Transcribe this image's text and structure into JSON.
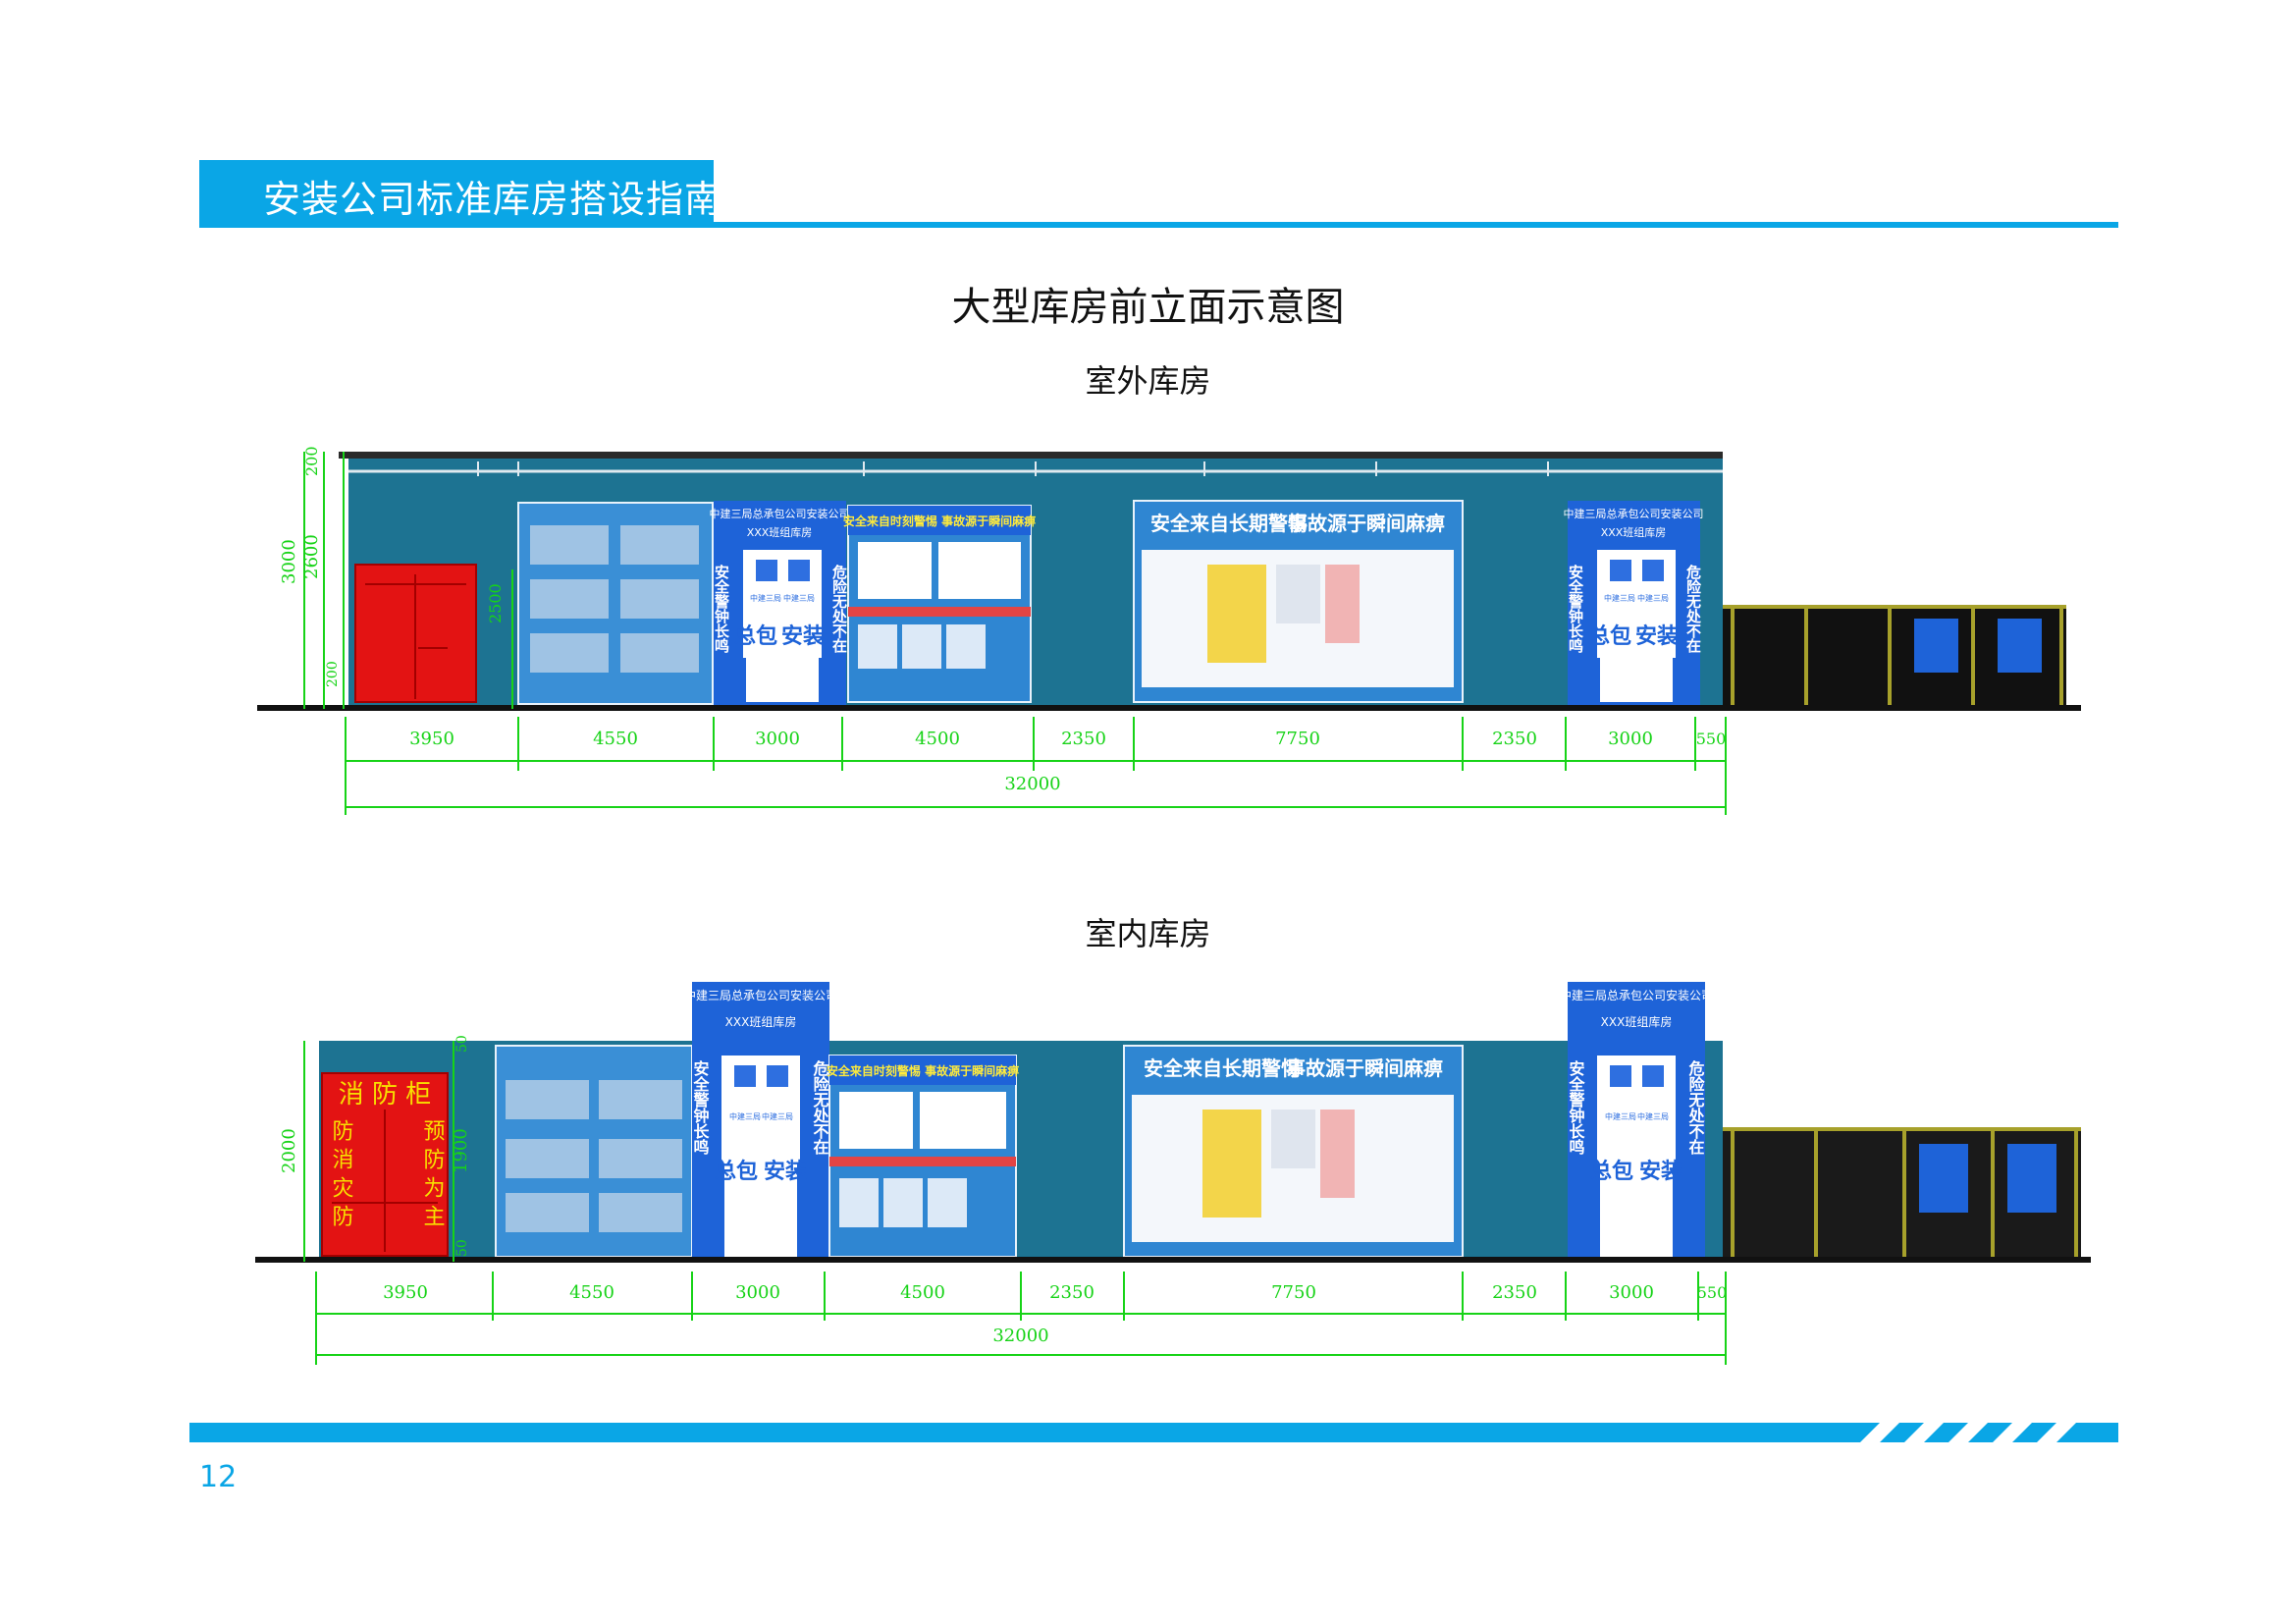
{
  "header": {
    "title": "安装公司标准库房搭设指南"
  },
  "page": {
    "title": "大型库房前立面示意图",
    "number": "12"
  },
  "outdoor": {
    "label": "室外库房",
    "height_dims": [
      "200",
      "2600",
      "200",
      "3000",
      "2500"
    ],
    "width_dims": [
      "3950",
      "4550",
      "3000",
      "4500",
      "2350",
      "7750",
      "2350",
      "3000",
      "550"
    ],
    "total": "32000"
  },
  "indoor": {
    "label": "室内库房",
    "height_dims": [
      "2000",
      "50",
      "1900",
      "50"
    ],
    "width_dims": [
      "3950",
      "4550",
      "3000",
      "4500",
      "2350",
      "7750",
      "2350",
      "3000",
      "550"
    ],
    "total": "32000",
    "fire_cabinet": {
      "top": "消 防 柜",
      "left": "防 消 灾 防",
      "right": "预 防 为 主"
    }
  },
  "signs": {
    "company": "中建三局总承包公司安装公司",
    "room": "XXX班组库房",
    "left_vertical": "安全警钟长鸣",
    "right_vertical": "危险无处不在",
    "logo_caption": "中建三局",
    "door_left": "总包",
    "door_right": "安装",
    "banner_small": "安全来自时刻警惕  事故源于瞬间麻痹",
    "banner_large_left": "安全来自长期警惕",
    "banner_large_right": "事故源于瞬间麻痹"
  },
  "colors": {
    "accent": "#0aa6e6",
    "wall": "#1d7392",
    "board": "#2b82cf",
    "cabinet": "#e31313",
    "dimension": "#17d317"
  }
}
